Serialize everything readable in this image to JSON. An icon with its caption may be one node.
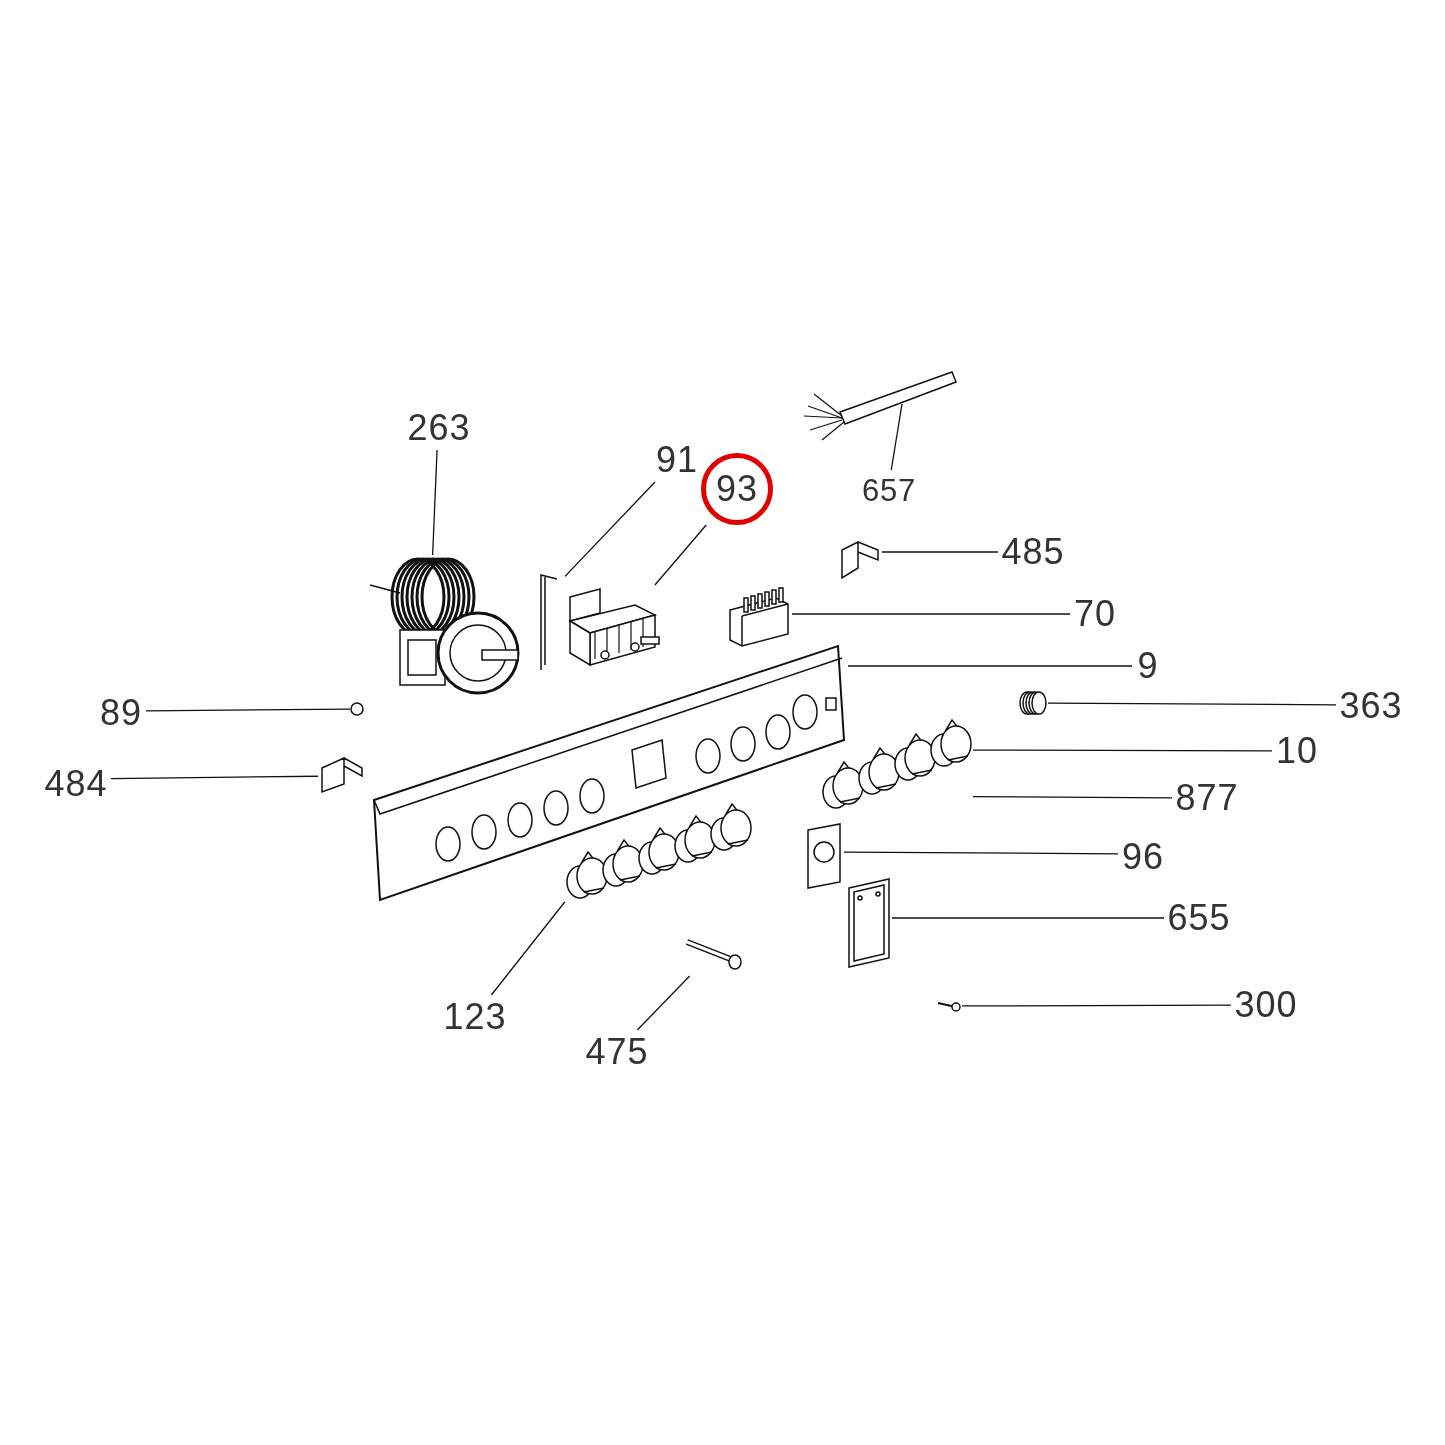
{
  "diagram": {
    "nodes": [
      {
        "text": [
          "263"
        ]
      },
      {
        "text": [
          "91"
        ]
      },
      {
        "text": [
          "93"
        ]
      },
      {
        "text": [
          "657"
        ]
      },
      {
        "text": [
          "485"
        ]
      },
      {
        "text": [
          "70"
        ]
      },
      {
        "text": [
          "9"
        ]
      },
      {
        "text": [
          "89"
        ]
      },
      {
        "text": [
          "363"
        ]
      },
      {
        "text": [
          "10"
        ]
      },
      {
        "text": [
          "484"
        ]
      },
      {
        "text": [
          "877"
        ]
      },
      {
        "text": [
          "96"
        ]
      },
      {
        "text": [
          "655"
        ]
      },
      {
        "text": [
          "123"
        ]
      },
      {
        "text": [
          "300"
        ]
      },
      {
        "text": [
          "475"
        ]
      },
      {
        "text": [],
        "shape": "picture"
      },
      {
        "text": [],
        "shape": "picture"
      },
      {
        "text": [],
        "shape": "picture"
      },
      {
        "text": [],
        "shape": "cable"
      },
      {
        "text": [],
        "shape": "picture"
      },
      {
        "text": [],
        "shape": "picture"
      },
      {
        "text": [],
        "shape": "picture"
      },
      {
        "text": [],
        "shape": "circle"
      },
      {
        "text": [],
        "shape": "spring"
      },
      {
        "text": [],
        "shape": "picture"
      },
      {
        "text": [],
        "shape": "picture"
      },
      {
        "text": [],
        "shape": "picture"
      },
      {
        "text": [],
        "shape": "picture"
      },
      {
        "text": [],
        "shape": "picture"
      },
      {
        "text": [],
        "shape": "picture"
      },
      {
        "text": [],
        "shape": "picture"
      }
    ],
    "edges": [
      {
        "from": 0,
        "to": 17,
        "arrow": "none"
      },
      {
        "from": 1,
        "to": 18,
        "arrow": "none"
      },
      {
        "from": 2,
        "to": 19,
        "arrow": "none"
      },
      {
        "from": 3,
        "to": 20,
        "arrow": "none"
      },
      {
        "from": 4,
        "to": 21,
        "arrow": "none"
      },
      {
        "from": 5,
        "to": 22,
        "arrow": "none"
      },
      {
        "from": 6,
        "to": 23,
        "arrow": "none"
      },
      {
        "from": 7,
        "to": 24,
        "arrow": "none"
      },
      {
        "from": 8,
        "to": 25,
        "arrow": "none"
      },
      {
        "from": 9,
        "to": 26,
        "arrow": "none"
      },
      {
        "from": 10,
        "to": 27,
        "arrow": "none"
      },
      {
        "from": 11,
        "to": 26,
        "arrow": "none"
      },
      {
        "from": 12,
        "to": 28,
        "arrow": "none"
      },
      {
        "from": 13,
        "to": 29,
        "arrow": "none"
      },
      {
        "from": 14,
        "to": 30,
        "arrow": "none"
      },
      {
        "from": 15,
        "to": 31,
        "arrow": "none"
      },
      {
        "from": 16,
        "to": 32,
        "arrow": "none"
      }
    ]
  }
}
